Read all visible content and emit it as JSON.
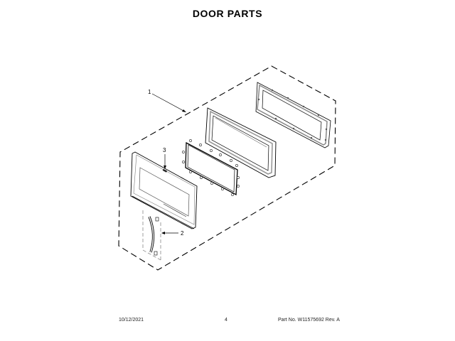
{
  "page": {
    "title": "DOOR PARTS"
  },
  "diagram": {
    "description": "Exploded view of microwave door assembly",
    "callouts": [
      {
        "id": "1",
        "label": "1"
      },
      {
        "id": "2",
        "label": "2"
      },
      {
        "id": "3",
        "label": "3"
      }
    ],
    "line_color": "#000000",
    "part_fill": "#ffffff",
    "shade_color": "#9a9a9a"
  },
  "footer": {
    "date": "10/12/2021",
    "page_number": "4",
    "part_number": "Part No.  W11575692  Rev.  A"
  }
}
